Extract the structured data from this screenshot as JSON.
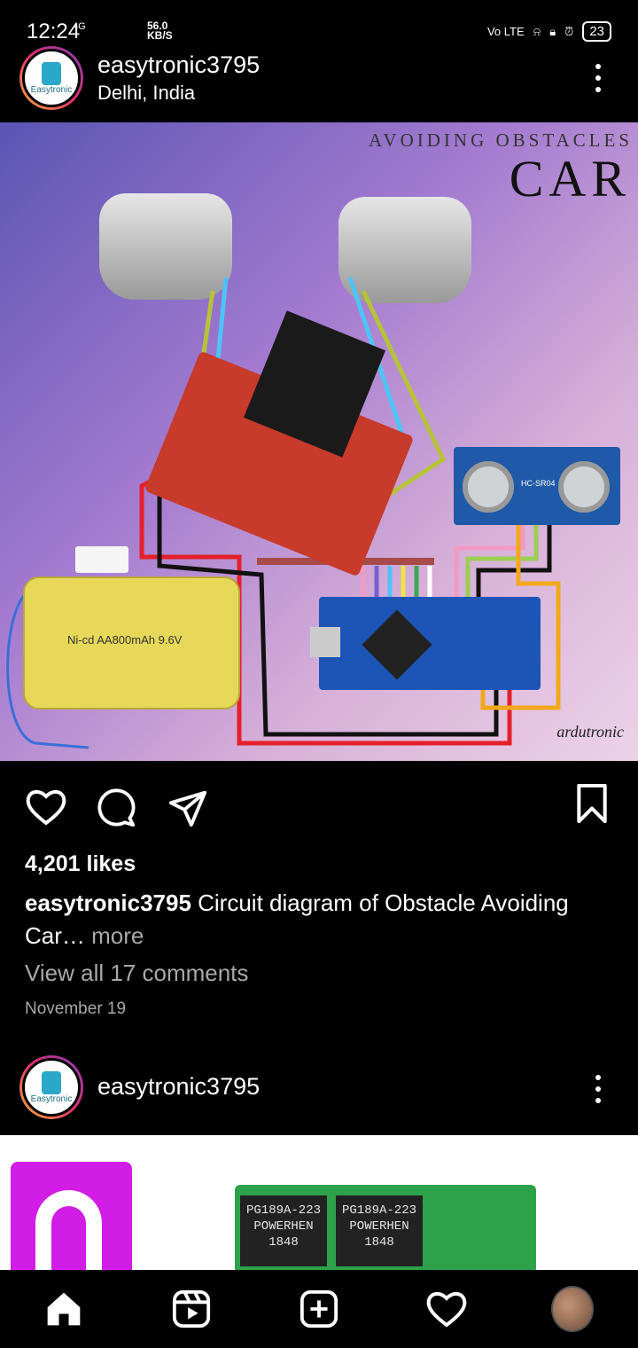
{
  "status_bar": {
    "time": "12:24",
    "network": "4G",
    "speed_value": "56.0",
    "speed_unit": "KB/S",
    "battery": "23"
  },
  "post": {
    "username": "easytronic3795",
    "location": "Delhi, India",
    "avatar_text": "Easytronic",
    "image": {
      "title_line1": "AVOIDING OBSTACLES",
      "title_line2": "CAR",
      "battery_label": "Ni-cd AA800mAh 9.6V",
      "sensor_label": "HC-SR04",
      "signature": "ardutronic"
    },
    "likes": "4,201 likes",
    "caption_user": "easytronic3795",
    "caption_text": " Circuit diagram of Obstacle Avoiding Car…",
    "caption_more": " more",
    "comments_link": "View all 17 comments",
    "date": "November 19"
  },
  "next_post": {
    "username": "easytronic3795",
    "relay1": "PG189A-223\nPOWERHEN\n1848",
    "relay2": "PG189A-223\nPOWERHEN\n1848"
  },
  "icons": [
    "heart-icon",
    "comment-icon",
    "share-icon",
    "bookmark-icon",
    "home-icon",
    "reels-icon",
    "create-icon",
    "activity-icon",
    "profile-avatar"
  ]
}
